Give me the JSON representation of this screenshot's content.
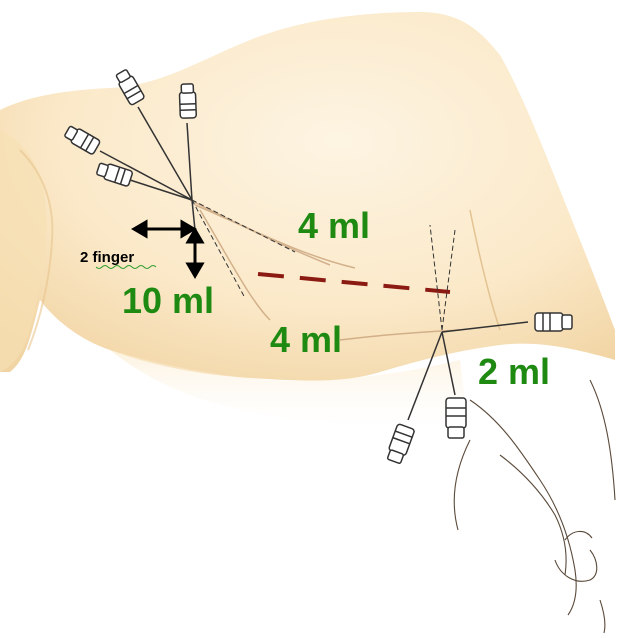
{
  "figure": {
    "labels": {
      "two_finger": "2 finger",
      "upper_volume": "4 ml",
      "lower_volume": "4 ml",
      "main_volume": "10 ml",
      "right_volume": "2 ml"
    },
    "colors": {
      "volume_text": "#1f8a12",
      "dashed_line": "#8b1a12",
      "skin": "#fbe9c9",
      "skin_shadow": "#f1d4a3",
      "arrow": "#000000",
      "needle": "#333333"
    }
  }
}
